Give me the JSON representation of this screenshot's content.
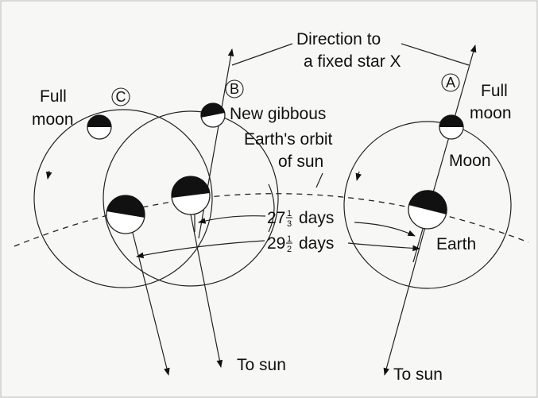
{
  "labels": {
    "direction_line1": "Direction to",
    "direction_line2": "a fixed star X",
    "full_moon_c_line1": "Full",
    "full_moon_c_line2": "moon",
    "full_moon_a_line1": "Full",
    "full_moon_a_line2": "moon",
    "new_gibbous": "New gibbous",
    "orbit_line1": "Earth's orbit",
    "orbit_line2": "of sun",
    "moon": "Moon",
    "earth": "Earth",
    "sidereal_days_whole": "27",
    "sidereal_frac_num": "1",
    "sidereal_frac_den": "3",
    "sidereal_days_unit": "days",
    "synodic_days_whole": "29",
    "synodic_frac_num": "1",
    "synodic_frac_den": "2",
    "synodic_days_unit": "days",
    "to_sun_left": "To sun",
    "to_sun_right": "To sun",
    "position_a": "A",
    "position_b": "B",
    "position_c": "C"
  },
  "colors": {
    "ink": "#111111",
    "background": "#f7f7f5",
    "shade": "#111111"
  }
}
